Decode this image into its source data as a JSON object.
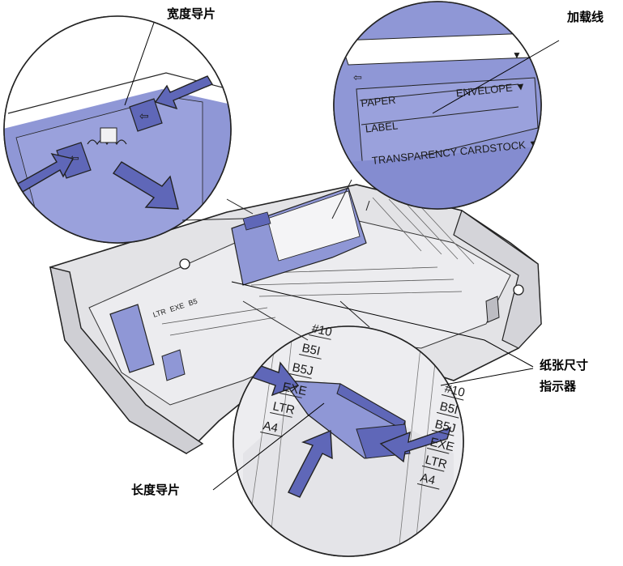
{
  "callouts": {
    "width_guides": "宽度导片",
    "load_line": "加载线",
    "size_indicator_line1": "纸张尺寸",
    "size_indicator_line2": "指示器",
    "length_guide": "长度导片"
  },
  "media_label": {
    "paper": "PAPER",
    "envelope": "ENVELOPE ▼",
    "label": "LABEL",
    "transparency_cardstock": "TRANSPARENCY CARDSTOCK ▼"
  },
  "size_marks_left": [
    "#10",
    "B5I",
    "B5J",
    "EXE",
    "LTR",
    "A4"
  ],
  "size_marks_right": [
    "#10",
    "B5I",
    "B5J",
    "EXE",
    "LTR",
    "A4"
  ],
  "colors": {
    "guide_blue": "#8f97d6",
    "guide_dark": "#5f67b8",
    "tray_grey": "#d9d9dd",
    "line": "#222222"
  }
}
